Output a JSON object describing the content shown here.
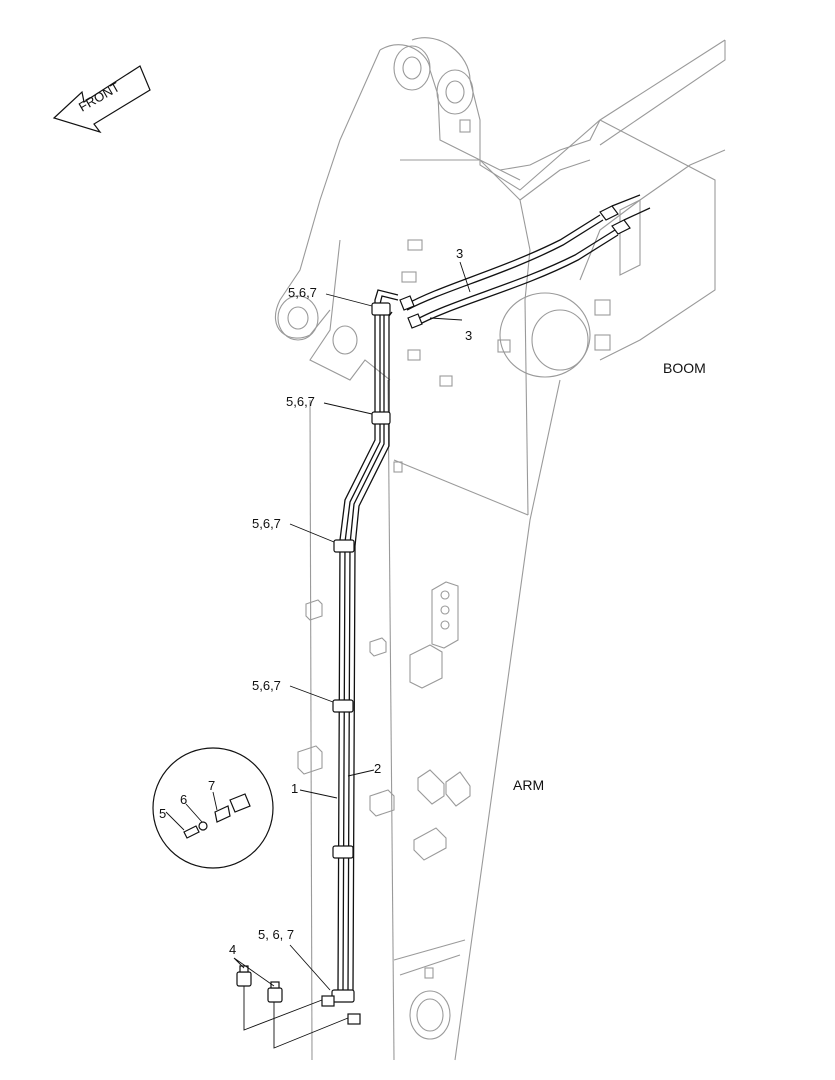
{
  "direction_label": "FRONT",
  "regions": {
    "boom": "BOOM",
    "arm": "ARM"
  },
  "callouts": {
    "c1": "5,6,7",
    "c2": "5,6,7",
    "c3": "5,6,7",
    "c4": "5,6,7",
    "c5": "5, 6, 7",
    "pipe_1": "1",
    "pipe_2": "2",
    "hose_upper": "3",
    "hose_lower": "3",
    "plug": "4"
  },
  "detail": {
    "bolt": "5",
    "washer": "6",
    "clamp": "7"
  }
}
